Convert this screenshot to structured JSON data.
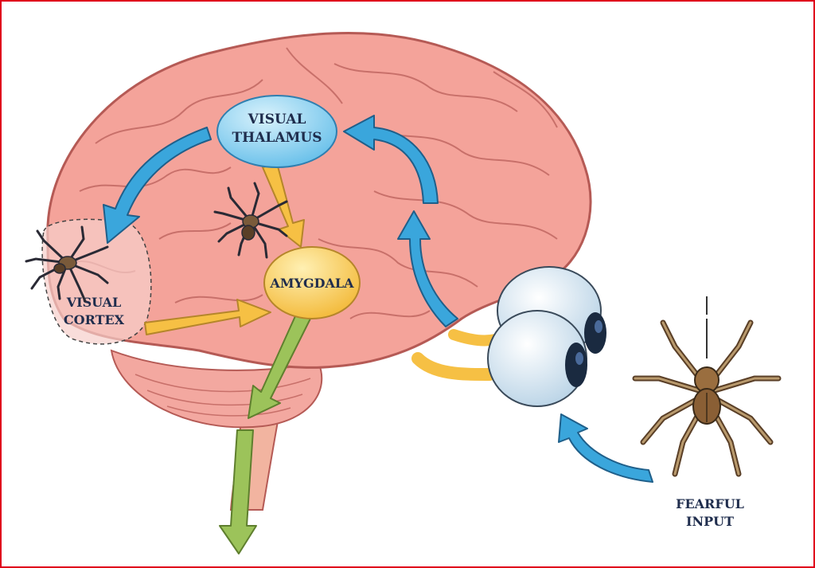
{
  "labels": {
    "visual_thalamus_line1": "VISUAL",
    "visual_thalamus_line2": "THALAMUS",
    "amygdala": "AMYGDALA",
    "visual_cortex_line1": "VISUAL",
    "visual_cortex_line2": "CORTEX",
    "fearful_input_line1": "FEARFUL",
    "fearful_input_line2": "INPUT"
  },
  "colors": {
    "frame": "#e0001b",
    "brain_fill": "#f4a39a",
    "brain_outline": "#b55a55",
    "blue_arrow": "#3aa6dc",
    "yellow_arrow": "#f6c044",
    "green_arrow": "#9cc35a",
    "thalamus_node": "#8fd3f3",
    "amygdala_node": "#f7c84a",
    "spider": "#7a5a3a"
  }
}
